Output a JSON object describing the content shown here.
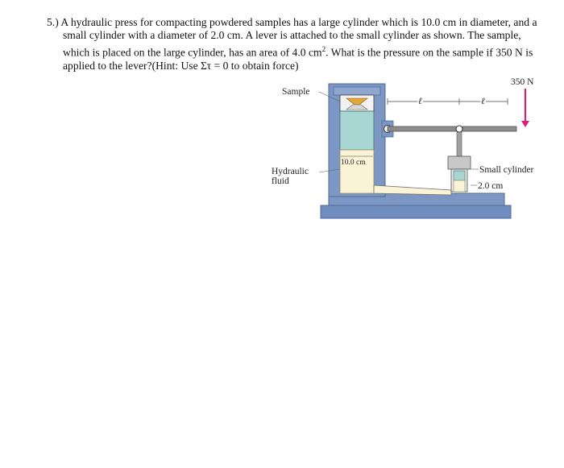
{
  "problem": {
    "number": "5.)",
    "text_part1": " A hydraulic press for compacting powdered samples has a large cylinder which is 10.0 cm in diameter, and a small cylinder with a diameter of 2.0 cm.  A lever is attached to the small cylinder as shown.  The sample, which is placed on the large cylinder, has an area of 4.0 cm",
    "sup1": "2",
    "text_part2": ".  What is the pressure on the sample if 350 N is applied to the lever?(Hint: Use Στ = 0 to obtain force)"
  },
  "figure": {
    "sample_label": "Sample",
    "force_label": "350 N",
    "lever_length_left": "ℓ",
    "lever_length_right": "ℓ",
    "large_diameter_label": "10.0 cm",
    "fluid_label_line1": "Hydraulic",
    "fluid_label_line2": "fluid",
    "small_cylinder_label": "Small cylinder",
    "small_diameter_label": "2.0 cm",
    "colors": {
      "frame": "#7d97c4",
      "base": "#6f8dbf",
      "fluid": "#fbf3d5",
      "cylinder_teal": "#a9d6d3",
      "sample_gold": "#e2a73c",
      "force_arrow": "#d6217a",
      "lever_gray": "#8c8c8c"
    }
  }
}
